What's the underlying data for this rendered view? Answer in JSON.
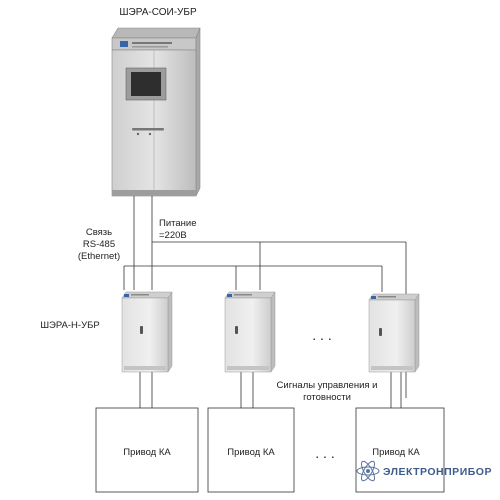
{
  "labels": {
    "main_cabinet": "ШЭРА-СОИ-УБР",
    "link_line1": "Связь",
    "link_line2": "RS-485",
    "link_line3": "(Ethernet)",
    "power_line1": "Питание",
    "power_line2": "=220В",
    "field_cabinet": "ШЭРА-Н-УБР",
    "signals_line1": "Сигналы управления и",
    "signals_line2": "готовности",
    "dots": ". . .",
    "drives": [
      "Привод КА",
      "Привод КА",
      "Привод КА"
    ]
  },
  "watermark": {
    "text": "ЭЛЕКТРОНПРИБОР",
    "logo_icon": "atom-logo-icon"
  },
  "colors": {
    "line": "#333333",
    "cabinet_body": "#d9d9d9",
    "brand": "#3d5b8c"
  }
}
